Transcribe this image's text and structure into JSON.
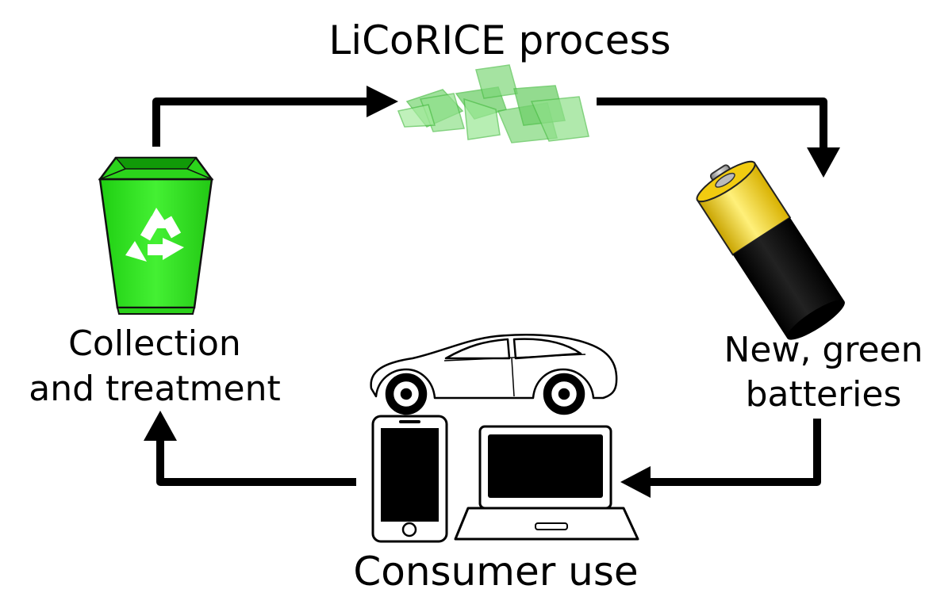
{
  "labels": {
    "process": "LiCoRICE process",
    "collection_line1": "Collection",
    "collection_line2": "and treatment",
    "batteries_line1": "New, green",
    "batteries_line2": "batteries",
    "consumer": "Consumer use"
  },
  "icons": {
    "bin": "recycle-bin-icon",
    "crystals": "crystals-icon",
    "battery": "battery-icon",
    "car": "electric-car-icon",
    "phone": "smartphone-icon",
    "laptop": "laptop-icon"
  },
  "colors": {
    "bin_green": "#33ee22",
    "crystal_green": "#7fd87a",
    "battery_yellow": "#f6d21a",
    "arrow": "#000000"
  }
}
